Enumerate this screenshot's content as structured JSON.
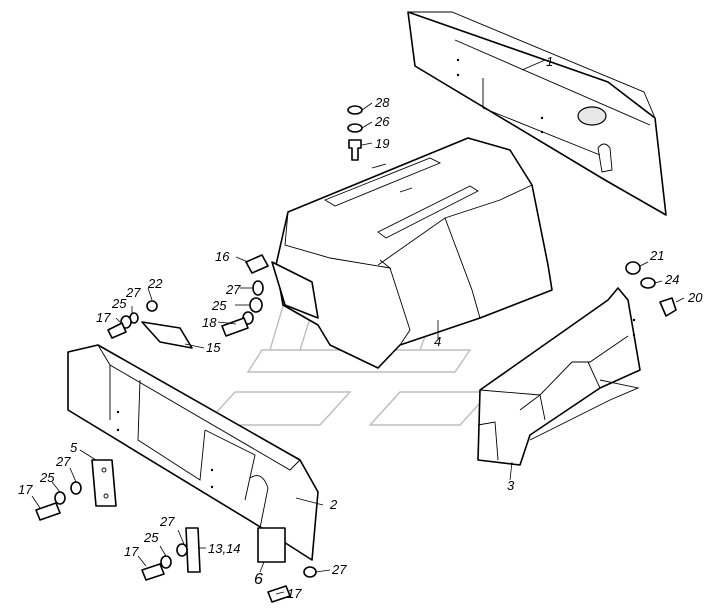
{
  "diagram": {
    "callouts": [
      {
        "id": "c1",
        "text": "1"
      },
      {
        "id": "c2",
        "text": "2"
      },
      {
        "id": "c3",
        "text": "3"
      },
      {
        "id": "c4",
        "text": "4"
      },
      {
        "id": "c5",
        "text": "5"
      },
      {
        "id": "c6",
        "text": "6"
      },
      {
        "id": "c13",
        "text": "13,14"
      },
      {
        "id": "c15",
        "text": "15"
      },
      {
        "id": "c16",
        "text": "16"
      },
      {
        "id": "c17a",
        "text": "17"
      },
      {
        "id": "c17b",
        "text": "17"
      },
      {
        "id": "c17c",
        "text": "17"
      },
      {
        "id": "c17d",
        "text": "17"
      },
      {
        "id": "c18",
        "text": "18"
      },
      {
        "id": "c19",
        "text": "19"
      },
      {
        "id": "c20",
        "text": "20"
      },
      {
        "id": "c21",
        "text": "21"
      },
      {
        "id": "c22",
        "text": "22"
      },
      {
        "id": "c24",
        "text": "24"
      },
      {
        "id": "c25a",
        "text": "25"
      },
      {
        "id": "c25b",
        "text": "25"
      },
      {
        "id": "c25c",
        "text": "25"
      },
      {
        "id": "c25d",
        "text": "25"
      },
      {
        "id": "c26",
        "text": "26"
      },
      {
        "id": "c27a",
        "text": "27"
      },
      {
        "id": "c27b",
        "text": "27"
      },
      {
        "id": "c27c",
        "text": "27"
      },
      {
        "id": "c27d",
        "text": "27"
      },
      {
        "id": "c27e",
        "text": "27"
      },
      {
        "id": "c28",
        "text": "28"
      }
    ]
  }
}
